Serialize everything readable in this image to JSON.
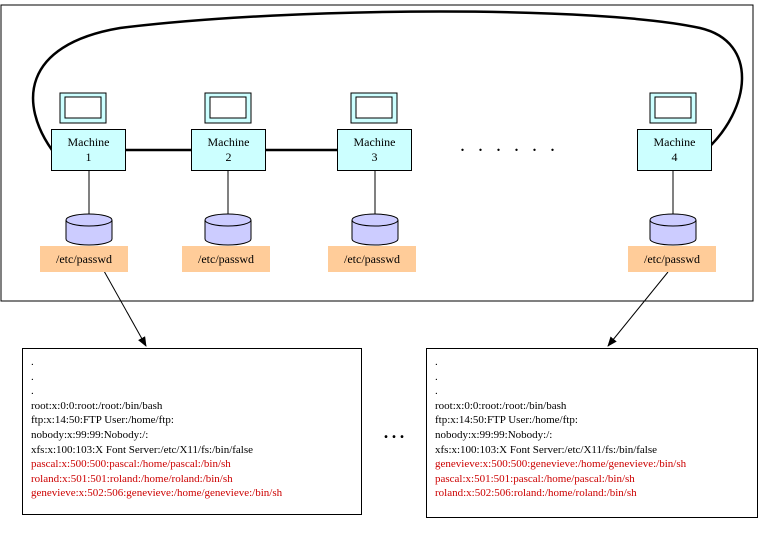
{
  "machines": [
    {
      "name": "Machine",
      "num": "1",
      "file": "/etc/passwd"
    },
    {
      "name": "Machine",
      "num": "2",
      "file": "/etc/passwd"
    },
    {
      "name": "Machine",
      "num": "3",
      "file": "/etc/passwd"
    },
    {
      "name": "Machine",
      "num": "4",
      "file": "/etc/passwd"
    }
  ],
  "files": [
    {
      "black": [
        ".",
        ".",
        ".",
        "root:x:0:0:root:/root:/bin/bash",
        "ftp:x:14:50:FTP User:/home/ftp:",
        "nobody:x:99:99:Nobody:/:",
        "xfs:x:100:103:X Font Server:/etc/X11/fs:/bin/false"
      ],
      "red": [
        "pascal:x:500:500:pascal:/home/pascal:/bin/sh",
        "roland:x:501:501:roland:/home/roland:/bin/sh",
        "genevieve:x:502:506:genevieve:/home/genevieve:/bin/sh"
      ]
    },
    {
      "black": [
        ".",
        ".",
        ".",
        "root:x:0:0:root:/root:/bin/bash",
        "ftp:x:14:50:FTP User:/home/ftp:",
        "nobody:x:99:99:Nobody:/:",
        "xfs:x:100:103:X Font Server:/etc/X11/fs:/bin/false"
      ],
      "red": [
        "genevieve:x:500:500:genevieve:/home/genevieve:/bin/sh",
        "pascal:x:501:501:pascal:/home/pascal:/bin/sh",
        "roland:x:502:506:roland:/home/roland:/bin/sh"
      ]
    }
  ],
  "between_machines_dots": ". . . . . .",
  "between_files_dots": "...",
  "colors": {
    "machine_fill": "#ccffff",
    "passwd_fill": "#ffcc99",
    "disk_fill": "#ccccff",
    "added_users": "#cc0000"
  }
}
